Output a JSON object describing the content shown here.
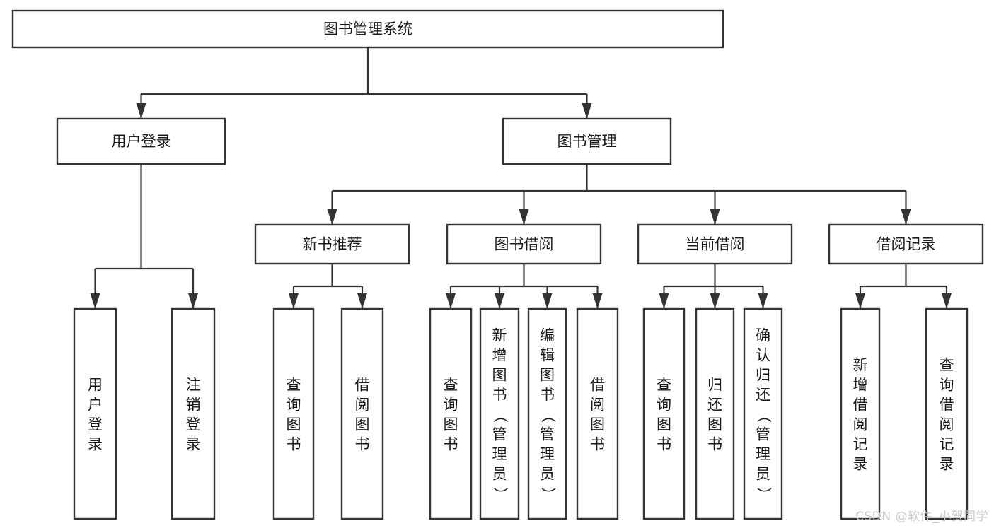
{
  "diagram": {
    "title": "图书管理系统",
    "watermark": "CSDN @软件_小贺同学",
    "levels": {
      "root": {
        "label": "图书管理系统"
      },
      "level2": [
        {
          "id": "user-login",
          "label": "用户登录"
        },
        {
          "id": "book-management",
          "label": "图书管理"
        }
      ],
      "level3": [
        {
          "id": "new-book-recommend",
          "label": "新书推荐"
        },
        {
          "id": "book-borrow",
          "label": "图书借阅"
        },
        {
          "id": "current-borrow",
          "label": "当前借阅"
        },
        {
          "id": "borrow-record",
          "label": "借阅记录"
        }
      ],
      "leaves": {
        "user-login": [
          {
            "id": "leaf-user-login",
            "label": "用户登录"
          },
          {
            "id": "leaf-logout-login",
            "label": "注销登录"
          }
        ],
        "new-book-recommend": [
          {
            "id": "leaf-query-book-1",
            "label": "查询图书"
          },
          {
            "id": "leaf-borrow-book-1",
            "label": "借阅图书"
          }
        ],
        "book-borrow": [
          {
            "id": "leaf-query-book-2",
            "label": "查询图书"
          },
          {
            "id": "leaf-add-book-admin",
            "label": "新增图书（管理员）"
          },
          {
            "id": "leaf-edit-book-admin",
            "label": "编辑图书（管理员）"
          },
          {
            "id": "leaf-borrow-book-2",
            "label": "借阅图书"
          }
        ],
        "current-borrow": [
          {
            "id": "leaf-query-book-3",
            "label": "查询图书"
          },
          {
            "id": "leaf-return-book",
            "label": "归还图书"
          },
          {
            "id": "leaf-confirm-return-admin",
            "label": "确认归还（管理员）"
          }
        ],
        "borrow-record": [
          {
            "id": "leaf-add-borrow-record",
            "label": "新增借阅记录"
          },
          {
            "id": "leaf-query-borrow-record",
            "label": "查询借阅记录"
          }
        ]
      }
    },
    "colors": {
      "box_stroke": "#333333",
      "box_fill": "#ffffff",
      "text": "#1a1a1a",
      "connector": "#333333",
      "watermark": "#c9c9c9"
    }
  }
}
